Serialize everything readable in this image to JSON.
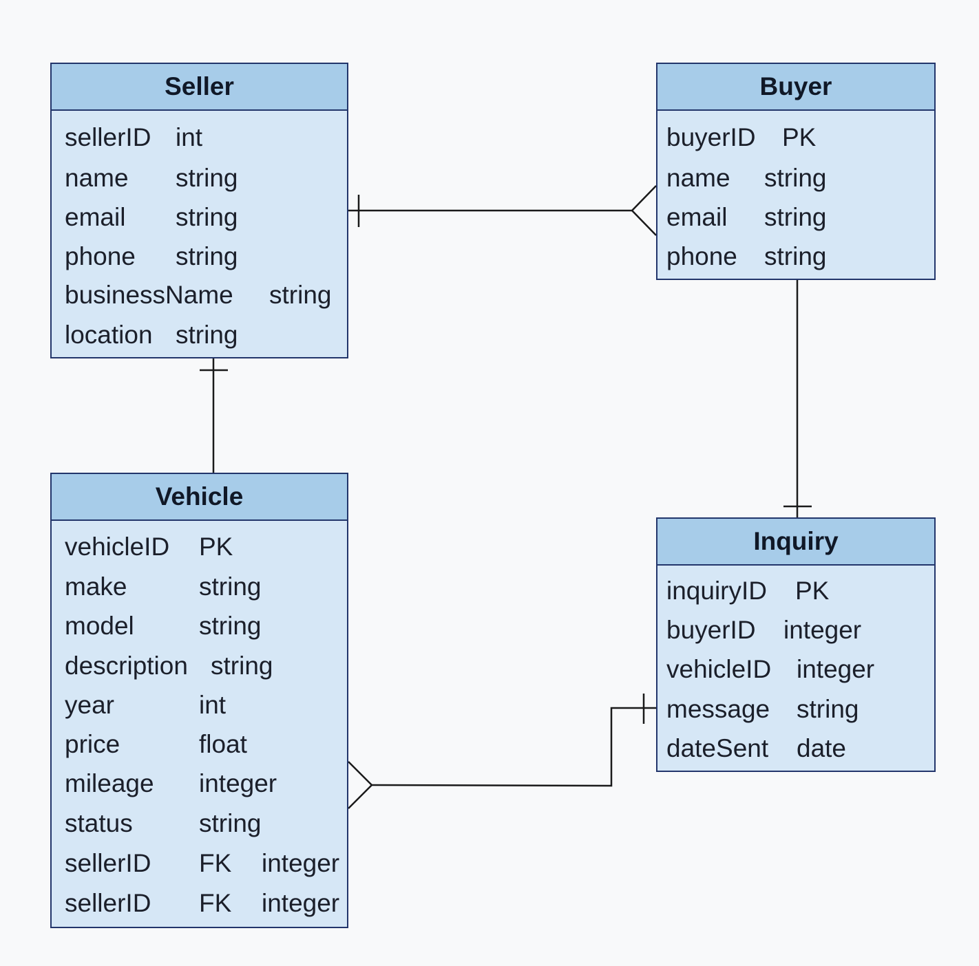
{
  "entities": {
    "seller": {
      "title": "Seller",
      "attributes": [
        {
          "name": "sellerID",
          "type": "int"
        },
        {
          "name": "name",
          "type": "string"
        },
        {
          "name": "email",
          "type": "string"
        },
        {
          "name": "phone",
          "type": "string"
        },
        {
          "name": "businessName",
          "type": "string"
        },
        {
          "name": "location",
          "type": "string"
        }
      ]
    },
    "buyer": {
      "title": "Buyer",
      "attributes": [
        {
          "name": "buyerID",
          "type": "PK"
        },
        {
          "name": "name",
          "type": "string"
        },
        {
          "name": "email",
          "type": "string"
        },
        {
          "name": "phone",
          "type": "string"
        }
      ]
    },
    "vehicle": {
      "title": "Vehicle",
      "attributes": [
        {
          "name": "vehicleID",
          "type": "PK"
        },
        {
          "name": "make",
          "type": "string"
        },
        {
          "name": "model",
          "type": "string"
        },
        {
          "name": "description",
          "type": "string"
        },
        {
          "name": "year",
          "type": "int"
        },
        {
          "name": "price",
          "type": "float"
        },
        {
          "name": "mileage",
          "type": "integer"
        },
        {
          "name": "status",
          "type": "string"
        },
        {
          "name": "sellerID",
          "key": "FK",
          "type": "integer"
        },
        {
          "name": "sellerID",
          "key": "FK",
          "type": "integer"
        }
      ]
    },
    "inquiry": {
      "title": "Inquiry",
      "attributes": [
        {
          "name": "inquiryID",
          "type": "PK"
        },
        {
          "name": "buyerID",
          "type": "integer"
        },
        {
          "name": "vehicleID",
          "type": "integer"
        },
        {
          "name": "message",
          "type": "string"
        },
        {
          "name": "dateSent",
          "type": "date"
        }
      ]
    }
  },
  "relationships": [
    {
      "from": "Seller",
      "from_end": "one",
      "to": "Buyer",
      "to_end": "many"
    },
    {
      "from": "Seller",
      "from_end": "one",
      "to": "Vehicle",
      "to_end": "none"
    },
    {
      "from": "Buyer",
      "from_end": "none",
      "to": "Inquiry",
      "to_end": "one"
    },
    {
      "from": "Vehicle",
      "from_end": "many",
      "to": "Inquiry",
      "to_end": "one"
    }
  ],
  "colors": {
    "background": "#f8f9fa",
    "header_fill": "#a7cce9",
    "body_fill": "#d6e7f6",
    "border": "#22356b",
    "connector": "#1a1a1a"
  }
}
